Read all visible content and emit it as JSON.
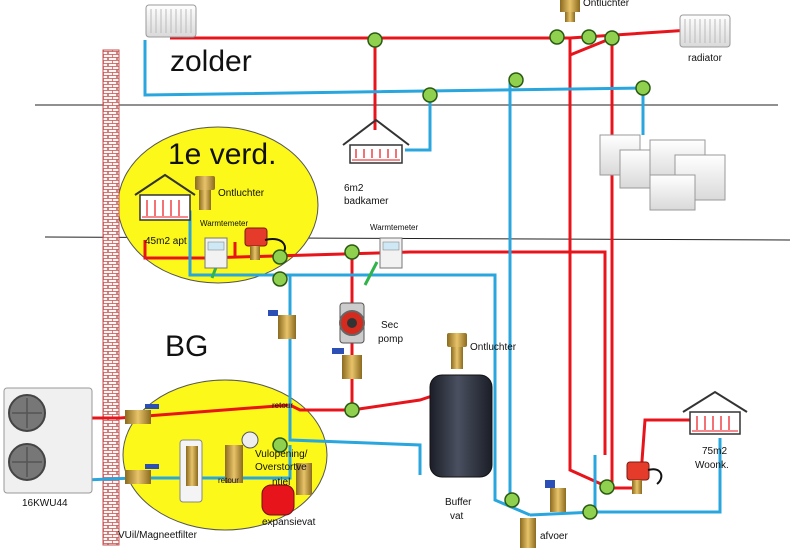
{
  "floors": {
    "attic": "zolder",
    "first": "1e verd.",
    "ground": "BG"
  },
  "labels": {
    "vent_top": "Ontluchter",
    "radiator": "radiator",
    "bathroom_area": "6m2",
    "bathroom_name": "badkamer",
    "vent_first": "Ontluchter",
    "heatmeter_first": "Warmtemeter",
    "apt_area": "45m2 apt",
    "heatmeter_main": "Warmtemeter",
    "sec_pump_1": "Sec",
    "sec_pump_2": "pomp",
    "vent_buffer": "Ontluchter",
    "return_1": "retour",
    "return_2": "retour",
    "fill_1": "Vulopening/",
    "fill_2": "Overstortve",
    "fill_3": "ntiel",
    "expansion": "expansievat",
    "heatpump": "16KWU44",
    "filter": "VUil/Magneetfilter",
    "buffer_1": "Buffer",
    "buffer_2": "vat",
    "drain": "afvoer",
    "living_area": "75m2",
    "living_name": "Woonk."
  },
  "colors": {
    "supply": "#e8141c",
    "return": "#29a6de",
    "floor_zone": "#fbf81a",
    "junction": "#8fd14f",
    "bypass": "#2fb34a",
    "buffer_tank": "#2a2e3a",
    "wall": "#c0504d"
  }
}
